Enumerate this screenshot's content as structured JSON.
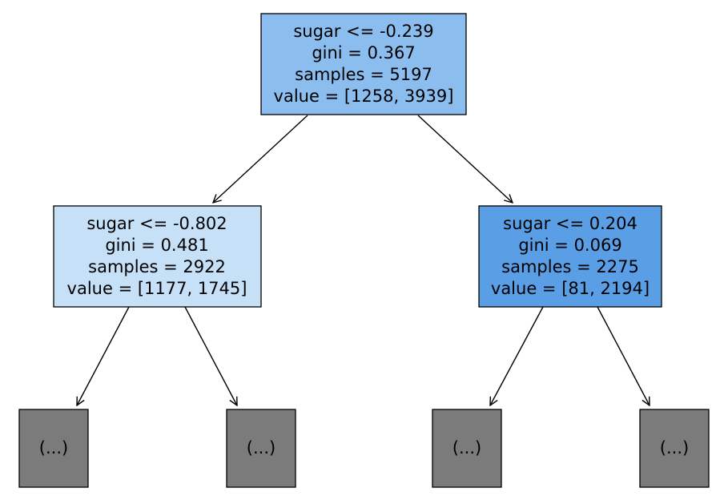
{
  "tree": {
    "root": {
      "lines": [
        "sugar <= -0.239",
        "gini = 0.367",
        "samples = 5197",
        "value = [1258, 3939]"
      ],
      "fill": "#8bbdee"
    },
    "left": {
      "lines": [
        "sugar <= -0.802",
        "gini = 0.481",
        "samples = 2922",
        "value = [1177, 1745]"
      ],
      "fill": "#c6e0f8"
    },
    "right": {
      "lines": [
        "sugar <= 0.204",
        "gini = 0.069",
        "samples = 2275",
        "value = [81, 2194]"
      ],
      "fill": "#5a9ee6"
    },
    "truncated": {
      "label": "(...)",
      "fill": "#7b7b7b",
      "count": 4
    }
  }
}
